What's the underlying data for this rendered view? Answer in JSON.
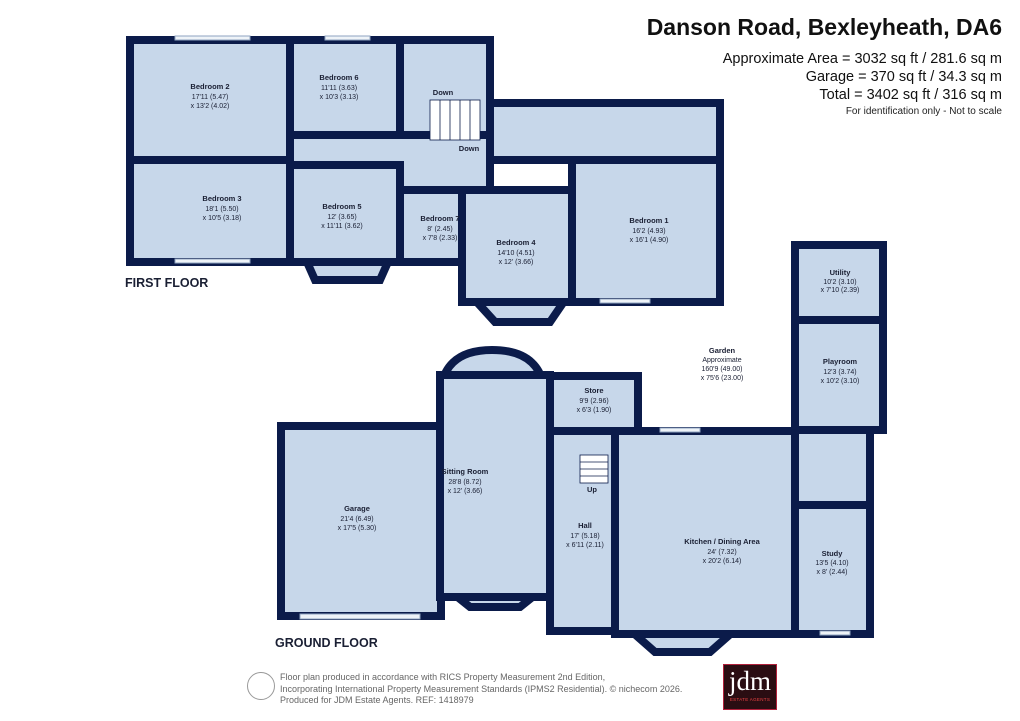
{
  "header": {
    "title": "Danson Road, Bexleyheath, DA6",
    "area": "Approximate Area = 3032 sq ft / 281.6 sq m",
    "garage": "Garage = 370 sq ft / 34.3 sq m",
    "total": "Total = 3402 sq ft / 316 sq m",
    "note": "For identification only - Not to scale"
  },
  "first_floor": {
    "label": "FIRST FLOOR",
    "down1": "Down",
    "down2": "Down",
    "rooms": [
      {
        "name": "Bedroom 2",
        "dim1": "17'11 (5.47)",
        "dim2": "x 13'2 (4.02)"
      },
      {
        "name": "Bedroom 6",
        "dim1": "11'11 (3.63)",
        "dim2": "x 10'3 (3.13)"
      },
      {
        "name": "Bedroom 3",
        "dim1": "18'1 (5.50)",
        "dim2": "x 10'5 (3.18)"
      },
      {
        "name": "Bedroom 5",
        "dim1": "12' (3.65)",
        "dim2": "x 11'11 (3.62)"
      },
      {
        "name": "Bedroom 7",
        "dim1": "8' (2.45)",
        "dim2": "x 7'8 (2.33)"
      },
      {
        "name": "Bedroom 4",
        "dim1": "14'10 (4.51)",
        "dim2": "x 12' (3.66)"
      },
      {
        "name": "Bedroom 1",
        "dim1": "16'2 (4.93)",
        "dim2": "x 16'1 (4.90)"
      }
    ]
  },
  "ground_floor": {
    "label": "GROUND FLOOR",
    "up": "Up",
    "rooms": [
      {
        "name": "Garage",
        "dim1": "21'4 (6.49)",
        "dim2": "x 17'5 (5.30)"
      },
      {
        "name": "Sitting Room",
        "dim1": "28'8 (8.72)",
        "dim2": "x 12' (3.66)"
      },
      {
        "name": "Store",
        "dim1": "9'9 (2.96)",
        "dim2": "x 6'3 (1.90)"
      },
      {
        "name": "Hall",
        "dim1": "17' (5.18)",
        "dim2": "x 6'11 (2.11)"
      },
      {
        "name": "Kitchen / Dining Area",
        "dim1": "24' (7.32)",
        "dim2": "x 20'2 (6.14)"
      },
      {
        "name": "Utility",
        "dim1": "10'2 (3.10)",
        "dim2": "x 7'10 (2.39)"
      },
      {
        "name": "Playroom",
        "dim1": "12'3 (3.74)",
        "dim2": "x 10'2 (3.10)"
      },
      {
        "name": "Study",
        "dim1": "13'5 (4.10)",
        "dim2": "x 8' (2.44)"
      }
    ]
  },
  "garden": {
    "name": "Garden",
    "approx": "Approximate",
    "dim1": "160'9 (49.00)",
    "dim2": "x 75'6 (23.00)"
  },
  "footer": {
    "line1": "Floor plan produced in accordance with RICS Property Measurement 2nd Edition,",
    "line2": "Incorporating International Property Measurement Standards (IPMS2 Residential).   © nichecom 2026.",
    "line3": "Produced for JDM Estate Agents.   REF: 1418979"
  },
  "logo": {
    "text": "jdm",
    "sub": "ESTATE AGENTS"
  },
  "colors": {
    "wall": "#0b1b4a",
    "room": "#c7d7ea"
  }
}
